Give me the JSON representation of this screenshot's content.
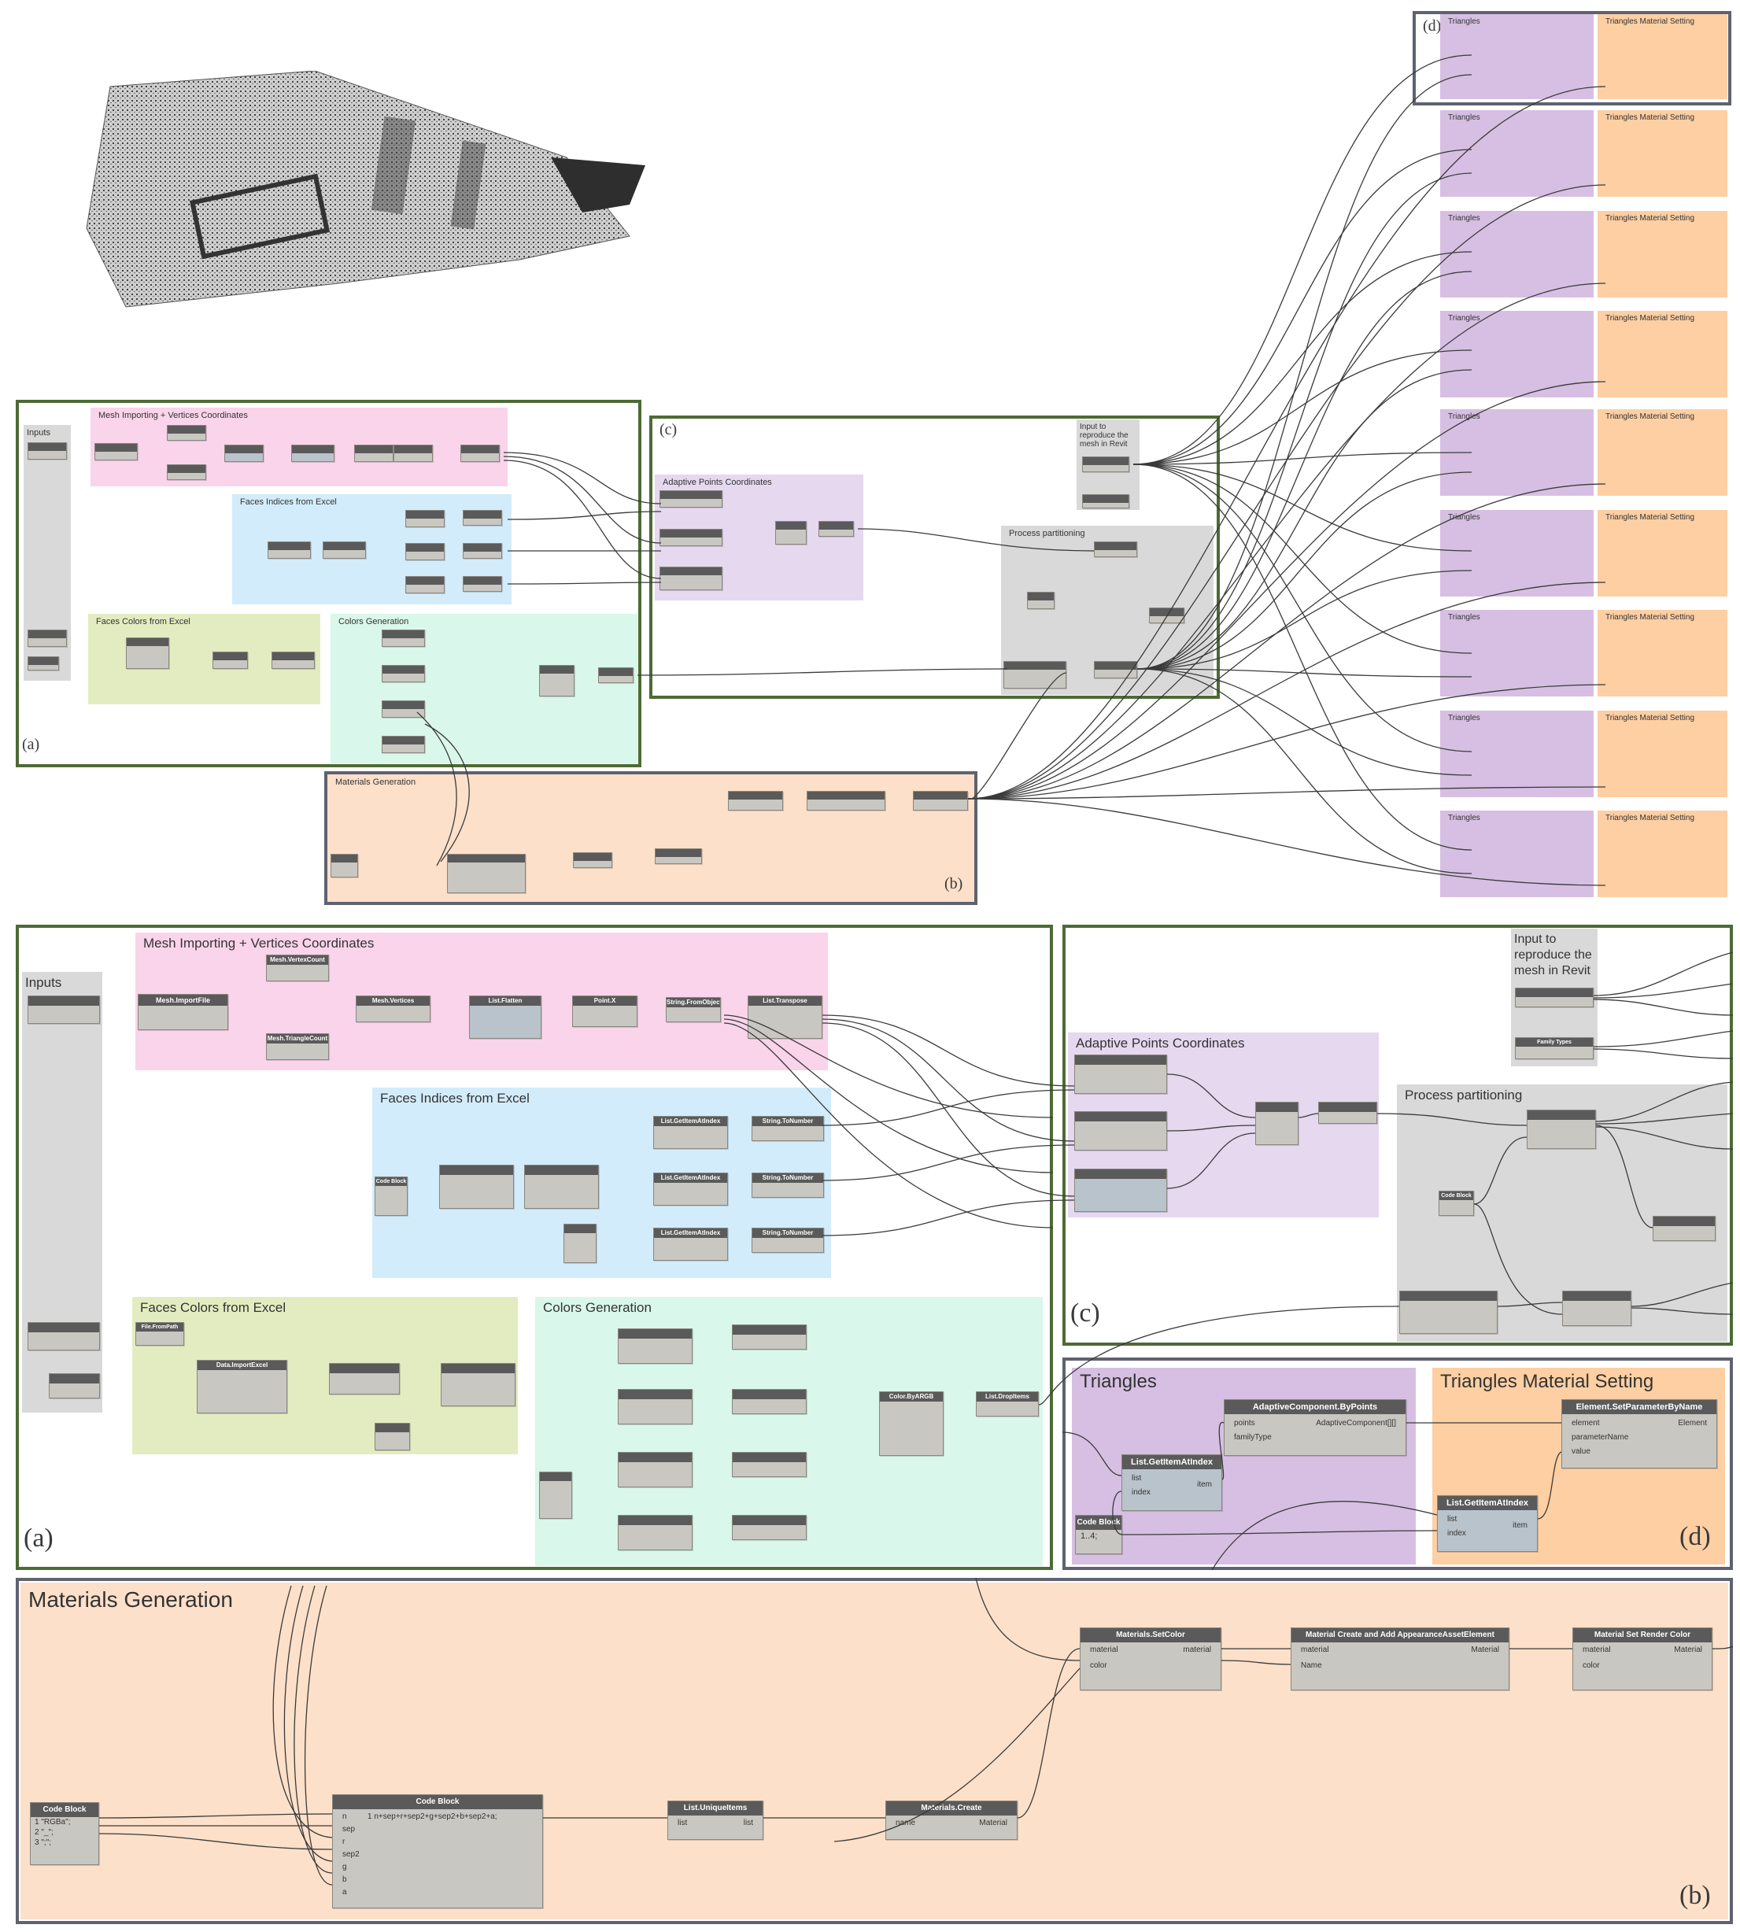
{
  "top_overview": {
    "inputs_label": "Inputs",
    "mesh_group": "Mesh Importing + Vertices Coordinates",
    "faces_group": "Faces Indices from Excel",
    "colors_excel_group": "Faces Colors from Excel",
    "colors_gen_group": "Colors Generation",
    "materials_group": "Materials Generation",
    "adaptive_group": "Adaptive Points Coordinates",
    "process_group": "Process partitioning",
    "input_revit": "Input to reproduce the mesh in Revit",
    "triangles": [
      "Triangles",
      "Triangles",
      "Triangles",
      "Triangles",
      "Triangles",
      "Triangles",
      "Triangles",
      "Triangles",
      "Triangles"
    ],
    "material_setting": [
      "Triangles Material Setting",
      "Triangles Material Setting",
      "Triangles Material Setting",
      "Triangles Material Setting",
      "Triangles Material Setting",
      "Triangles Material Setting",
      "Triangles Material Setting",
      "Triangles Material Setting",
      "Triangles Material Setting"
    ],
    "label_a": "(a)",
    "label_b": "(b)",
    "label_c": "(c)",
    "label_d": "(d)"
  },
  "detail_a": {
    "inputs_label": "Inputs",
    "mesh_group": "Mesh Importing + Vertices Coordinates",
    "faces_group": "Faces Indices from Excel",
    "colors_excel_group": "Faces Colors from Excel",
    "colors_gen_group": "Colors Generation",
    "label": "(a)",
    "nodes": {
      "mesh_import": "Mesh.ImportFile",
      "vertex_count": "Mesh.VertexCount",
      "triangle_count": "Mesh.TriangleCount",
      "mesh_vertices": "Mesh.Vertices",
      "list_flatten": "List.Flatten",
      "point_x": "Point.X",
      "string_from": "String.FromObject",
      "list_transpose": "List.Transpose",
      "data_import": "Data.ImportExcel",
      "file_from_path": "File.FromPath",
      "code_block": "Code Block",
      "list_getitem": "List.GetItemAtIndex",
      "string_tonumber": "String.ToNumber",
      "list_dropitems": "List.DropItems",
      "color_argb": "Color.ByARGB"
    }
  },
  "detail_c": {
    "label": "(c)",
    "adaptive_group": "Adaptive Points Coordinates",
    "process_group": "Process partitioning",
    "input_revit": "Input to reproduce the mesh in Revit",
    "code_block": "Code Block",
    "family_types": "Family Types"
  },
  "detail_d": {
    "label": "(d)",
    "triangles": "Triangles",
    "material_setting": "Triangles Material Setting",
    "adaptive_node": "AdaptiveComponent.ByPoints",
    "adaptive_in": [
      "points",
      "familyType"
    ],
    "adaptive_out": "AdaptiveComponent[][]",
    "getitem_node": "List.GetItemAtIndex",
    "getitem_in": [
      "list",
      "index"
    ],
    "getitem_out": "item",
    "code_block": "Code Block",
    "code_value": "1..4;",
    "setparam_node": "Element.SetParameterByName",
    "setparam_in": [
      "element",
      "parameterName",
      "value"
    ],
    "setparam_out": "Element",
    "getitem2_node": "List.GetItemAtIndex",
    "getitem2_in": [
      "list",
      "index"
    ],
    "getitem2_out": "item"
  },
  "detail_b": {
    "title": "Materials Generation",
    "label": "(b)",
    "code_block_1": "Code Block",
    "code_lines": [
      "1 \"RGBa\";",
      "2 \"_\";",
      "3 \";\";"
    ],
    "code_block_2": "Code Block",
    "code_block_2_in": [
      "n",
      "sep",
      "r",
      "sep2",
      "g",
      "b",
      "a"
    ],
    "code_block_2_expr": "1 n+sep+r+sep2+g+sep2+b+sep2+a;",
    "unique": "List.UniqueItems",
    "unique_in": "list",
    "unique_out": "list",
    "mat_create": "Materials.Create",
    "mat_create_in": "name",
    "mat_create_out": "Material",
    "set_color": "Materials.SetColor",
    "set_color_in": [
      "material",
      "color"
    ],
    "set_color_out": "material",
    "appearance": "Material Create and Add AppearanceAssetElement",
    "appearance_in": [
      "material",
      "Name"
    ],
    "appearance_out": "Material",
    "render_color": "Material Set Render Color",
    "render_color_in": [
      "material",
      "color"
    ],
    "render_color_out": "Material"
  }
}
